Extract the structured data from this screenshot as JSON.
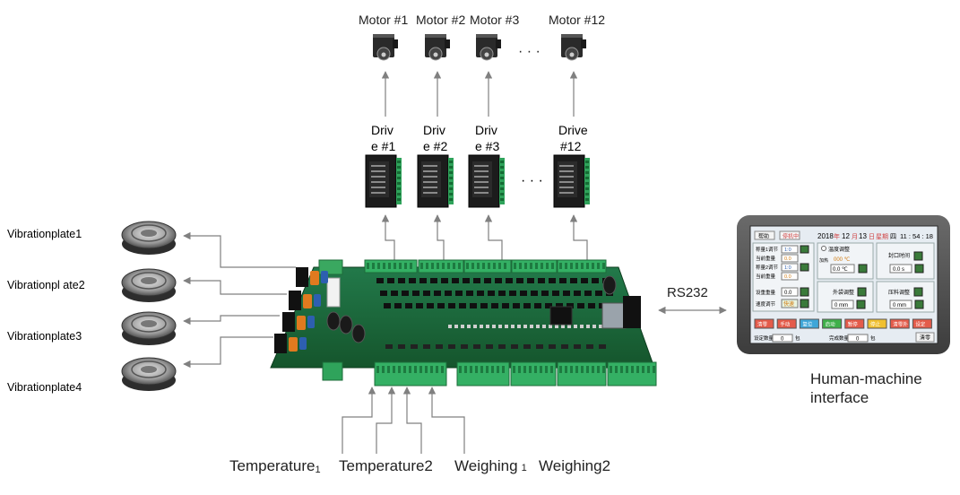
{
  "motors": {
    "items": [
      {
        "label": "Motor #1"
      },
      {
        "label": "Motor #2"
      },
      {
        "label": "Motor #3"
      },
      {
        "label": "Motor #12"
      }
    ],
    "ellipsis": "· · ·"
  },
  "drives": {
    "items": [
      {
        "line1": "Driv",
        "line2": "e #1"
      },
      {
        "line1": "Driv",
        "line2": "e #2"
      },
      {
        "line1": "Driv",
        "line2": "e #3"
      },
      {
        "line1": "Drive",
        "line2": "#12"
      }
    ],
    "ellipsis": "· · ·"
  },
  "vibration_plates": [
    {
      "label": "Vibrationplate1"
    },
    {
      "label": "Vibrationpl ate2"
    },
    {
      "label": "Vibrationplate3"
    },
    {
      "label": "Vibrationplate4"
    }
  ],
  "link": {
    "label": "RS232"
  },
  "hmi": {
    "caption_line1": "Human-machine",
    "caption_line2": "interface",
    "screen": {
      "btn_help": "帮助",
      "btn_status": "停机中",
      "date_year": "2018",
      "date_year_unit": "年",
      "date_month": "12",
      "date_month_unit": "月",
      "date_day": "13",
      "date_day_unit": "日",
      "weekday_label": "星期",
      "weekday_value": "四",
      "time": "11 : 54 : 18",
      "left_rows": [
        {
          "label": "称量1调节",
          "value": "1:0"
        },
        {
          "label": "当前重量",
          "value": "0.0"
        },
        {
          "label": "称量2调节",
          "value": "1:0"
        },
        {
          "label": "当前重量",
          "value": "0.0"
        }
      ],
      "set_weight_label": "设重重量",
      "set_weight_value": "0.0",
      "speed_label": "速度调节",
      "speed_value": "快速",
      "temp_title": "温度调整",
      "temp_sub": "加热",
      "temp_value1": "000 ℃",
      "temp_value2": "0.0 ℃",
      "seal_time_label": "封口时间",
      "seal_time_value": "0.0 s",
      "outer_label": "外袋调整",
      "outer_value": "0 mm",
      "press_label": "压料调整",
      "press_value": "0 mm",
      "action_buttons": [
        "清零",
        "手动",
        "复位",
        "启动",
        "暂停",
        "停止",
        "清零外",
        "设定"
      ],
      "set_count_label": "设定数量",
      "set_count_value": "0",
      "set_count_unit": "包",
      "done_count_label": "完成数量",
      "done_count_value": "0",
      "done_count_unit": "包",
      "clear_label": "清零"
    }
  },
  "sensors": [
    {
      "text": "Temperature",
      "sub": "1"
    },
    {
      "text": "Temperature2",
      "sub": ""
    },
    {
      "text": "Weighing",
      "sub": "1"
    },
    {
      "text": "Weighing2",
      "sub": ""
    }
  ],
  "colors": {
    "line": "#808080",
    "board": "#1d6b3a",
    "terminal": "#2fa35b",
    "capacitor": "#e07a1f",
    "hmi_bezel": "#5a5a5a",
    "hmi_screen": "#dfe6ee"
  }
}
